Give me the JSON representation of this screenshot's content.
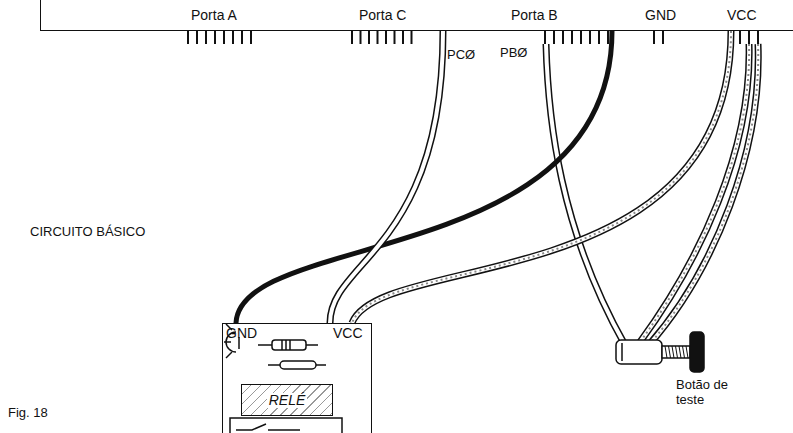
{
  "diagram": {
    "caption": "Fig. 18",
    "nodes": [
      {
        "text": [
          "Porta A",
          "Porta C",
          "Porta B",
          "GND",
          "VCC"
        ]
      },
      {
        "text": [
          "GND",
          "VCC"
        ]
      },
      {
        "text": [
          "RELÉ"
        ],
        "in": 1
      }
    ],
    "edges": [
      {
        "from": 0,
        "to": 1,
        "arrow": "none"
      },
      {
        "from": 0,
        "to": 1,
        "arrow": "none"
      },
      {
        "from": 0,
        "to": 1,
        "arrow": "none"
      }
    ],
    "labels": [
      "PCØ",
      "PBØ",
      "CIRCUITO BÁSICO",
      "Botão de teste"
    ]
  }
}
